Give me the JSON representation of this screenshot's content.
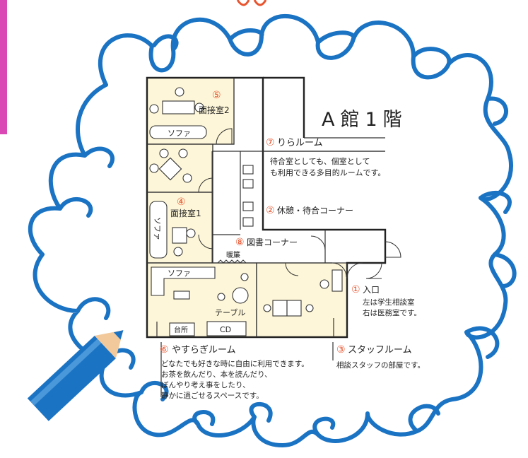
{
  "title": "A館1階",
  "rooms": {
    "r1": {
      "num": "①",
      "name": "入口",
      "desc": [
        "左は学生相談室",
        "右は医務室です。"
      ]
    },
    "r2": {
      "num": "②",
      "name": "休憩・待合コーナー"
    },
    "r3": {
      "num": "③",
      "name": "スタッフルーム",
      "desc": [
        "相談スタッフの部屋です。"
      ]
    },
    "r4": {
      "num": "④",
      "name": "面接室1"
    },
    "r5": {
      "num": "⑤",
      "name": "面接室2"
    },
    "r6": {
      "num": "⑥",
      "name": "やすらぎルーム",
      "desc": [
        "どなたでも好きな時に自由に利用できます。",
        "お茶を飲んだり、本を読んだり、",
        "ぼんやり考え事をしたり、",
        "静かに過ごせるスペースです。"
      ]
    },
    "r7": {
      "num": "⑦",
      "name": "りらルーム",
      "desc": [
        "待合室としても、個室として",
        "も利用できる多目的ルームです。"
      ]
    },
    "r8": {
      "num": "⑧",
      "name": "図書コーナー"
    }
  },
  "labels": {
    "sofa_top": "ソファ",
    "sofa_side": "ソファ",
    "sofa_lounge": "ソファ",
    "noren": "暖簾",
    "table": "テーブル",
    "kitchen": "台所",
    "cd": "CD"
  },
  "colors": {
    "cloud": "#1b73c4",
    "accent": "#e8542e",
    "floor": "#fdf6d8",
    "pencil": "#1b73c4"
  }
}
